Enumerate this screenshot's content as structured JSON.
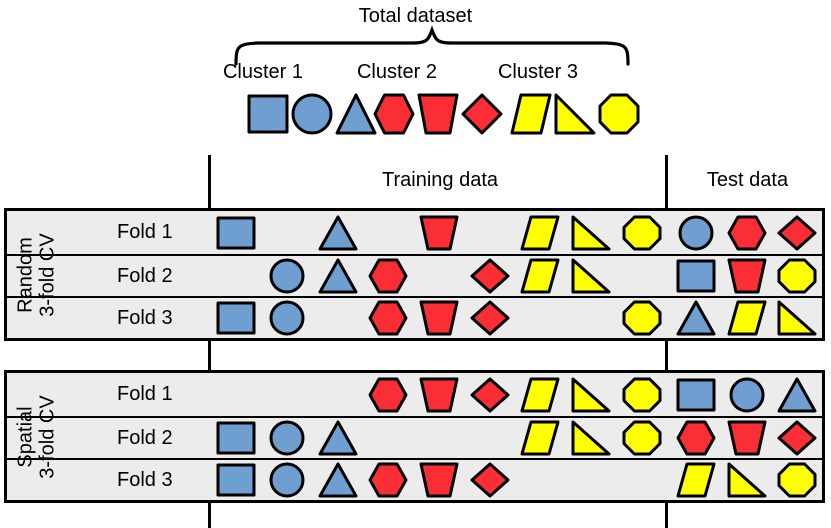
{
  "diagram": {
    "total_label": "Total dataset",
    "clusters": [
      {
        "name": "Cluster 1",
        "color": "#6f9fd0",
        "shapes": [
          "square",
          "circle",
          "triangle"
        ]
      },
      {
        "name": "Cluster 2",
        "color": "#fa2e34",
        "shapes": [
          "hexagon",
          "trapezoid",
          "diamond"
        ]
      },
      {
        "name": "Cluster 3",
        "color": "#ffff00",
        "shapes": [
          "parallelogram",
          "right-triangle",
          "octagon"
        ]
      }
    ],
    "columns": {
      "training": "Training data",
      "test": "Test data"
    },
    "colors": {
      "cluster_1": "#6f9fd0",
      "cluster_2": "#fa2e34",
      "cluster_3": "#ffff00",
      "outline": "#000000",
      "row_background": "#ececec",
      "page_background": "#ffffff"
    },
    "blocks": [
      {
        "id": "random",
        "label": "Random\n3-fold CV",
        "label_line_1": "Random",
        "label_line_2": "3-fold CV",
        "folds": [
          {
            "name": "Fold 1",
            "training": [
              "square",
              "",
              "triangle",
              "",
              "trapezoid",
              "",
              "parallelogram",
              "right-triangle",
              "octagon"
            ],
            "test": [
              "circle",
              "hexagon",
              "diamond"
            ]
          },
          {
            "name": "Fold 2",
            "training": [
              "",
              "circle",
              "triangle",
              "hexagon",
              "",
              "diamond",
              "parallelogram",
              "right-triangle",
              ""
            ],
            "test": [
              "square",
              "trapezoid",
              "octagon"
            ]
          },
          {
            "name": "Fold 3",
            "training": [
              "square",
              "circle",
              "",
              "hexagon",
              "trapezoid",
              "diamond",
              "",
              "",
              "octagon"
            ],
            "test": [
              "triangle",
              "parallelogram",
              "right-triangle"
            ]
          }
        ]
      },
      {
        "id": "spatial",
        "label": "Spatial\n3-fold CV",
        "label_line_1": "Spatial",
        "label_line_2": "3-fold CV",
        "folds": [
          {
            "name": "Fold 1",
            "training": [
              "",
              "",
              "",
              "hexagon",
              "trapezoid",
              "diamond",
              "parallelogram",
              "right-triangle",
              "octagon"
            ],
            "test": [
              "square",
              "circle",
              "triangle"
            ]
          },
          {
            "name": "Fold 2",
            "training": [
              "square",
              "circle",
              "triangle",
              "",
              "",
              "",
              "parallelogram",
              "right-triangle",
              "octagon"
            ],
            "test": [
              "hexagon",
              "trapezoid",
              "diamond"
            ]
          },
          {
            "name": "Fold 3",
            "training": [
              "square",
              "circle",
              "triangle",
              "hexagon",
              "trapezoid",
              "diamond",
              "",
              "",
              ""
            ],
            "test": [
              "parallelogram",
              "right-triangle",
              "octagon"
            ]
          }
        ]
      }
    ]
  }
}
